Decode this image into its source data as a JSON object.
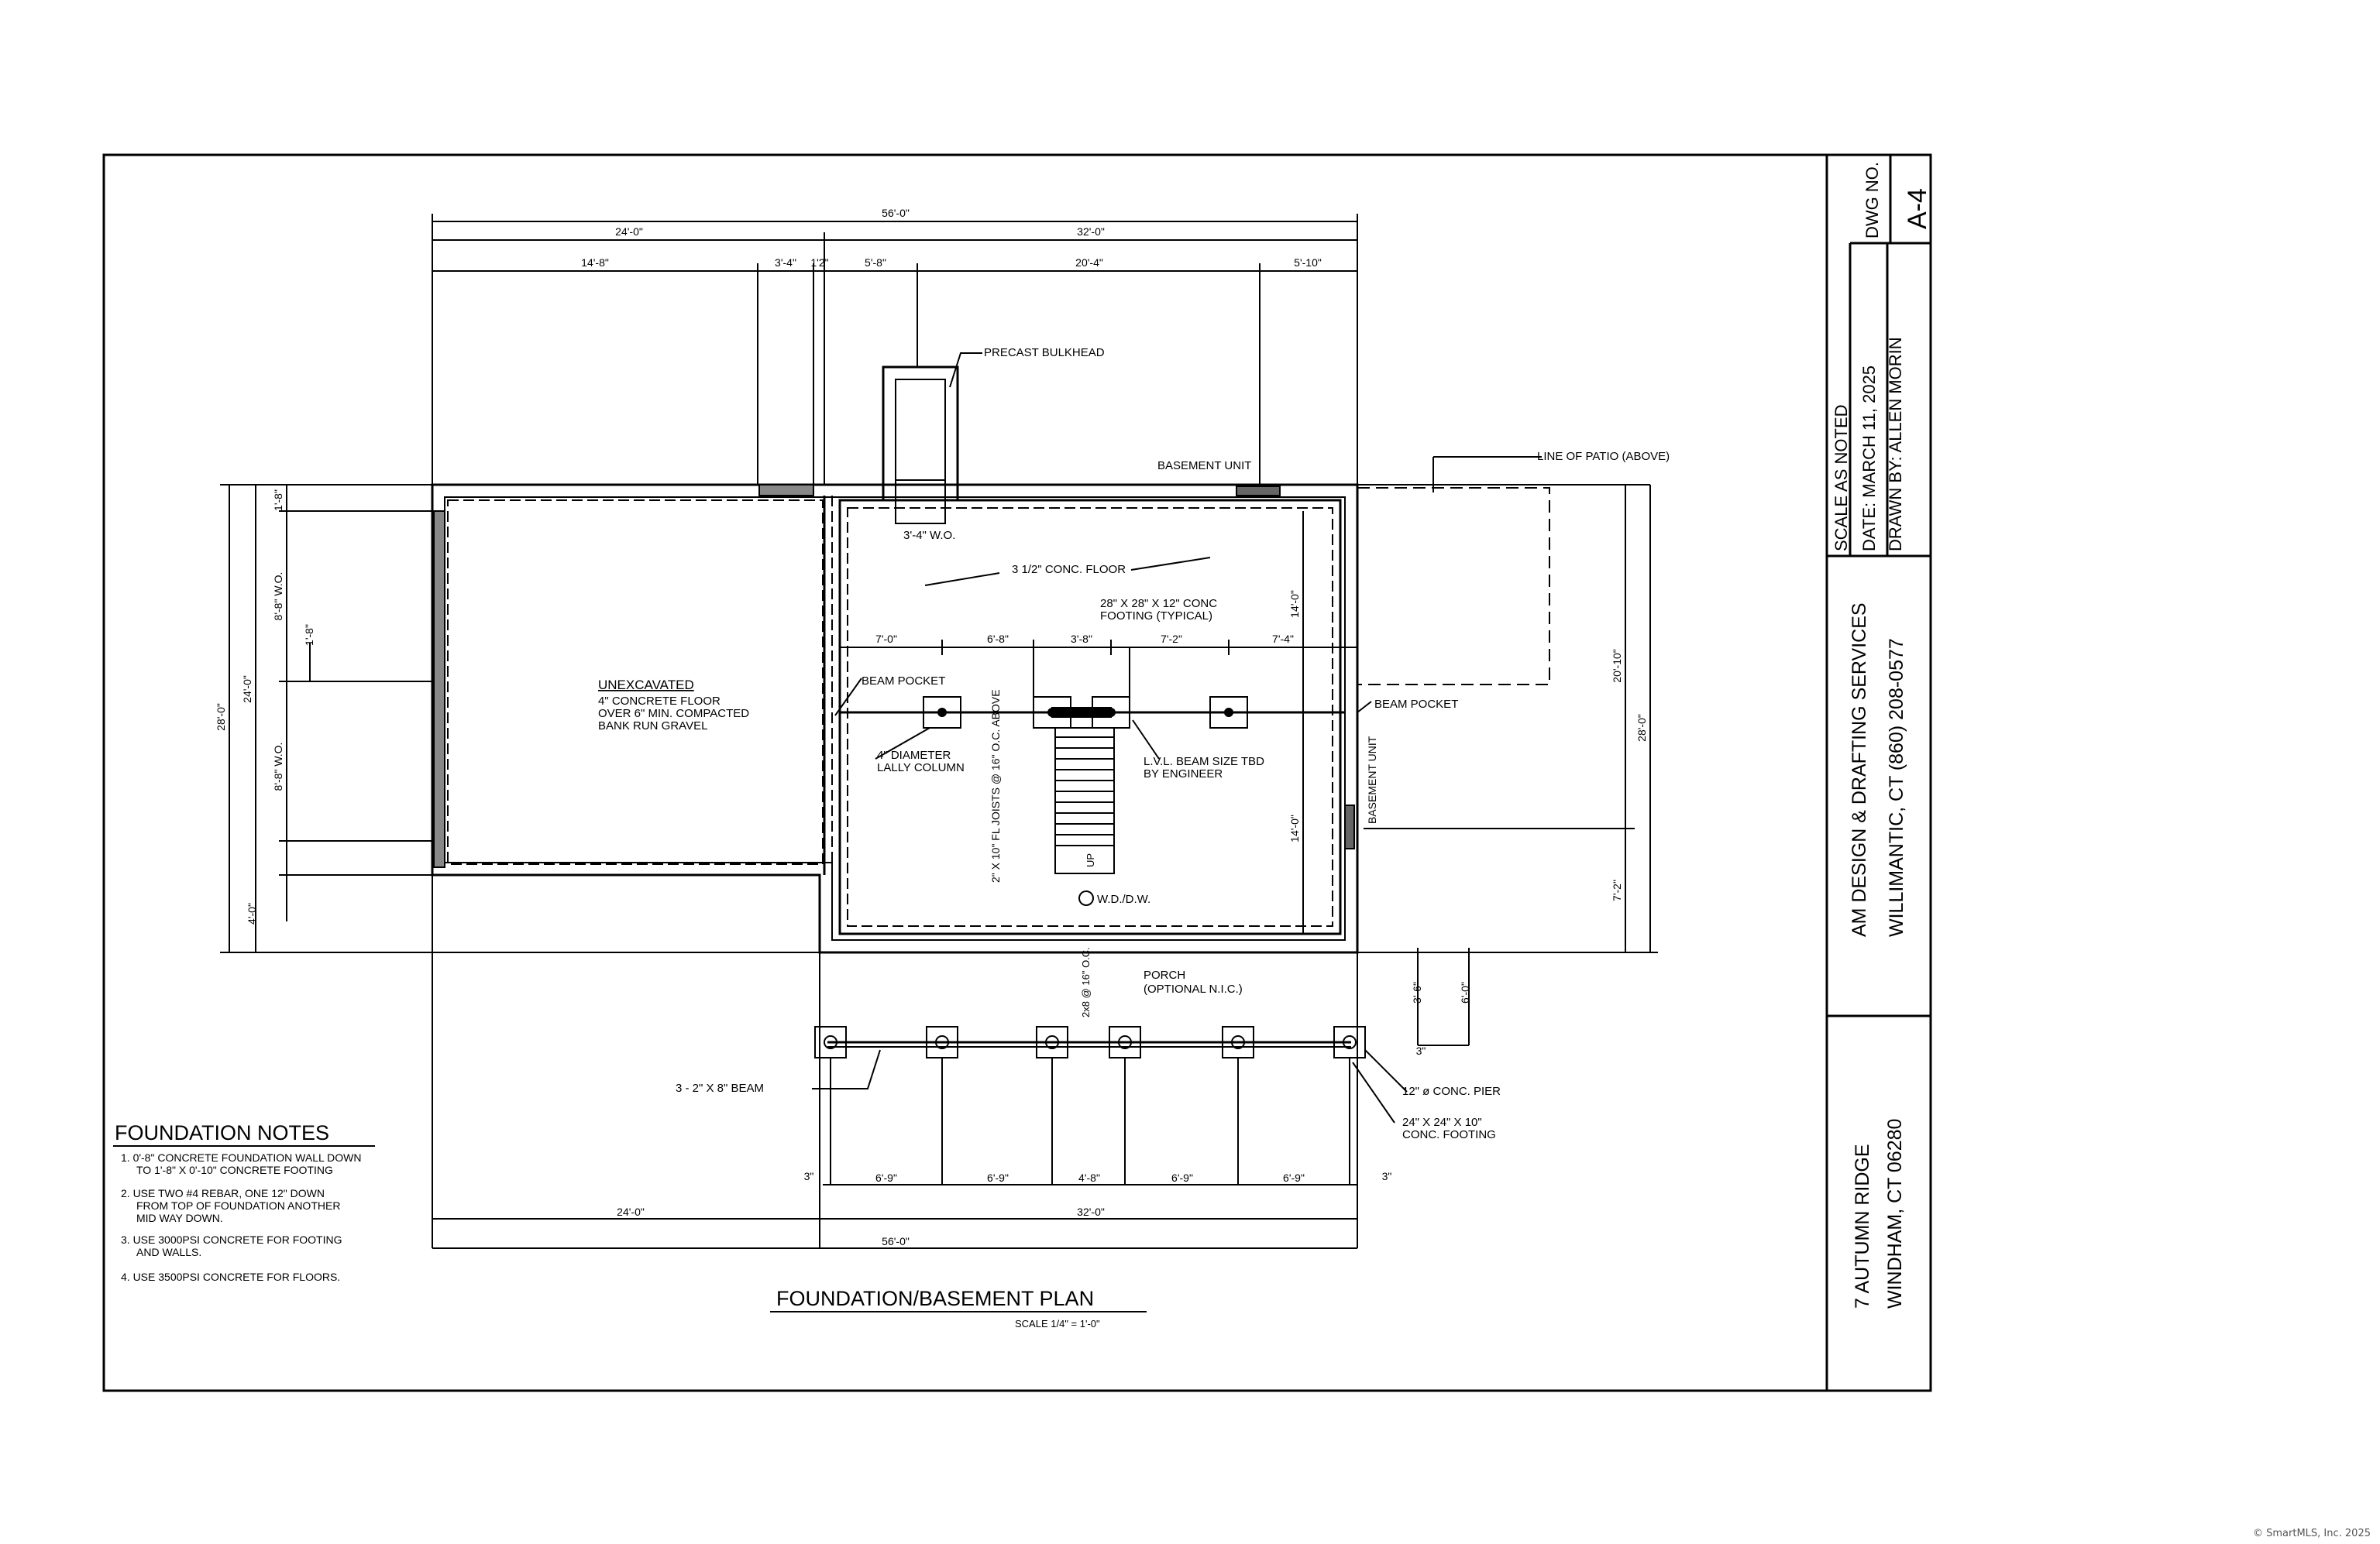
{
  "title_block": {
    "dwg_no_label": "DWG NO.",
    "dwg_no_value": "A-4",
    "scale": "SCALE  AS NOTED",
    "date": "DATE: MARCH 11, 2025",
    "drawn_by": "DRAWN BY: ALLEN MORIN",
    "company_name": "AM DESIGN & DRAFTING SERVICES",
    "company_location": "WILLIMANTIC, CT   (860)  208-0577",
    "project_street": "7 AUTUMN RIDGE",
    "project_town": "WINDHAM, CT 06280"
  },
  "plan": {
    "title": "FOUNDATION/BASEMENT PLAN",
    "scale_note": "SCALE  1/4\" = 1'-0\"",
    "labels": {
      "precast_bulkhead": "PRECAST BULKHEAD",
      "basement_unit_top": "BASEMENT UNIT",
      "line_of_patio": "LINE OF PATIO (ABOVE)",
      "opening": "3'-4\" W.O.",
      "conc_floor": "3 1/2\" CONC. FLOOR",
      "footing_typical_1": "28\" X 28\" X 12\" CONC",
      "footing_typical_2": "FOOTING (TYPICAL)",
      "beam_pocket_left": "BEAM POCKET",
      "beam_pocket_right": "BEAM POCKET",
      "unexcavated": "UNEXCAVATED",
      "unexc_note_1": "4\" CONCRETE FLOOR",
      "unexc_note_2": "OVER 6\" MIN. COMPACTED",
      "unexc_note_3": "BANK RUN GRAVEL",
      "lally_1": "4\" DIAMETER",
      "lally_2": "LALLY COLUMN",
      "lvl_1": "L.V.L. BEAM SIZE TBD",
      "lvl_2": "BY ENGINEER",
      "joist_note": "2\" X 10\" FL JOISTS @ 16\" O.C. ABOVE",
      "basement_unit_side": "BASEMENT UNIT",
      "up": "UP",
      "wd": "W.D./D.W.",
      "porch_1": "PORCH",
      "porch_2": "(OPTIONAL N.I.C.)",
      "porch_joists": "2x8 @ 16\" O.C.",
      "beam_label": "3 - 2\" X 8\" BEAM",
      "pier_label": "12\" ø CONC. PIER",
      "pier_footing_1": "24\" X 24\" X 10\"",
      "pier_footing_2": "CONC. FOOTING"
    },
    "dims_top": {
      "overall": "56'-0\"",
      "left": "24'-0\"",
      "right": "32'-0\"",
      "seg1": "14'-8\"",
      "seg2": "3'-4\"",
      "seg3": "1'2\"",
      "seg4": "5'-8\"",
      "seg5": "20'-4\"",
      "seg6": "5'-10\""
    },
    "dims_interior": {
      "d1": "7'-0\"",
      "d2": "6'-8\"",
      "d3": "3'-8\"",
      "d4": "7'-2\"",
      "d5": "7'-4\""
    },
    "dims_left": {
      "overall": "28'-0\"",
      "inner": "24'-0\"",
      "a": "1'-8\"",
      "b": "8'-8\" W.O.",
      "c": "1'-8\"",
      "d": "8'-8\" W.O.",
      "e": "4'-0\""
    },
    "dims_right": {
      "overall": "28'-0\"",
      "inner": "20'-10\"",
      "lower": "7'-2\"",
      "wall_upper": "14'-0\"",
      "wall_lower": "14'-0\"",
      "porch_a": "3'-6\"",
      "porch_b": "6'-0\"",
      "porch_c": "3\""
    },
    "dims_bottom": {
      "p1": "6'-9\"",
      "p2": "6'-9\"",
      "p3": "4'-8\"",
      "p4": "6'-9\"",
      "p5": "6'-9\"",
      "edge_left": "3\"",
      "edge_right": "3\"",
      "left": "24'-0\"",
      "right": "32'-0\"",
      "overall": "56'-0\""
    }
  },
  "notes": {
    "heading": "FOUNDATION  NOTES",
    "n1a": "1.  0'-8\" CONCRETE FOUNDATION WALL DOWN",
    "n1b": "TO        1'-8\" X 0'-10\" CONCRETE FOOTING",
    "n2a": "2.  USE TWO #4 REBAR, ONE 12\" DOWN",
    "n2b": "FROM      TOP OF FOUNDATION ANOTHER",
    "n2c": "MID WAY DOWN.",
    "n3a": "3.  USE 3000PSI CONCRETE FOR FOOTING",
    "n3b": "AND WALLS.",
    "n4": "4.  USE 3500PSI CONCRETE FOR FLOORS."
  },
  "watermark": "© SmartMLS, Inc.  2025"
}
